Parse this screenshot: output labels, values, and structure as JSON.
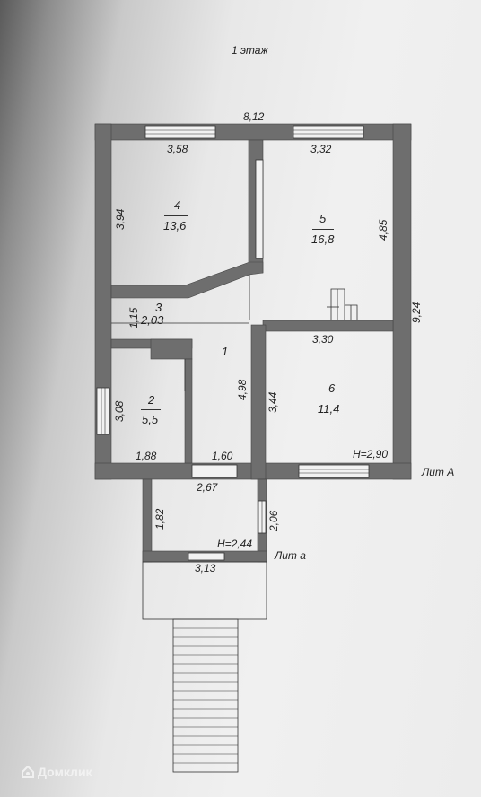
{
  "title": "1 этаж",
  "dimensions": {
    "total_width": "8,12",
    "total_height": "9,24",
    "window_room4": "3,58",
    "window_room5": "3,32",
    "room4_height": "3,94",
    "room5_height": "4,85",
    "room3_height": "1,15",
    "room6_width": "3,30",
    "room6_height": "3,44",
    "room1_height": "4,98",
    "room2_height": "3,08",
    "room2_width": "1,88",
    "room1_width": "1,60",
    "porch_width": "2,67",
    "porch_height": "1,82",
    "porch_side": "2,06",
    "porch_bottom": "3,13"
  },
  "rooms": [
    {
      "id": "1",
      "label": "1",
      "area": ""
    },
    {
      "id": "2",
      "label": "2",
      "area": "5,5"
    },
    {
      "id": "3",
      "label": "3",
      "area": "2,03"
    },
    {
      "id": "4",
      "label": "4",
      "area": "13,6"
    },
    {
      "id": "5",
      "label": "5",
      "area": "16,8"
    },
    {
      "id": "6",
      "label": "6",
      "area": "11,4"
    }
  ],
  "heights": {
    "main": "H=2,90",
    "porch": "H=2,44"
  },
  "labels": {
    "lit_main": "Лит А",
    "lit_porch": "Лит а"
  },
  "watermark": "Домклик",
  "colors": {
    "wall": "#6e6e6e",
    "line": "#333333"
  }
}
